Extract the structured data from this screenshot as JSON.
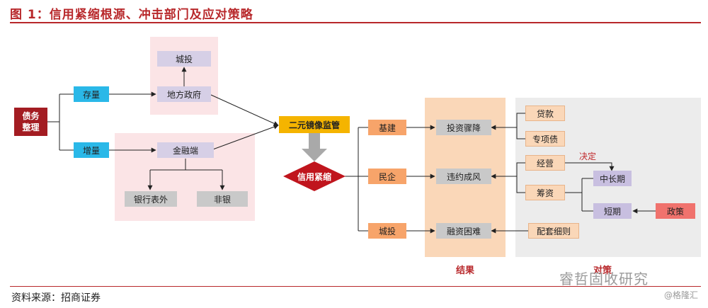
{
  "header": {
    "title": "图 1：信用紧缩根源、冲击部门及应对策略"
  },
  "footer": {
    "source": "资料来源：招商证券"
  },
  "nodes": {
    "debt": "债务\n整理",
    "stock": "存量",
    "incr": "增量",
    "local": "地方政府",
    "chengtou_top": "城投",
    "fin": "金融端",
    "bank": "银行表外",
    "nonbank": "非银",
    "mirror": "二元镜像监管",
    "credit": "信用紧缩",
    "jijian": "基建",
    "minqi": "民企",
    "chengtou2": "城投",
    "invest": "投资骤降",
    "default": "违约成风",
    "financing": "融资困难",
    "loan": "贷款",
    "bond": "专项债",
    "ops": "经营",
    "raise": "筹资",
    "midlong": "中长期",
    "short": "短期",
    "policy": "政策",
    "support": "配套细则"
  },
  "labels": {
    "result": "结果",
    "strategy": "对策",
    "decide": "决定"
  },
  "watermark": {
    "brand": "睿哲固收研究",
    "site": "@格隆汇"
  },
  "colors": {
    "title_red": "#b8282b",
    "dark_red": "#a31c22",
    "cyan": "#2ab8e8",
    "lavender": "#d6cfe6",
    "gray": "#c9c9c9",
    "gold": "#f5b400",
    "orange": "#f7a46a",
    "peach": "#fad7b8",
    "pink_panel": "#fbe4e6",
    "strategy_panel": "#ececec"
  }
}
